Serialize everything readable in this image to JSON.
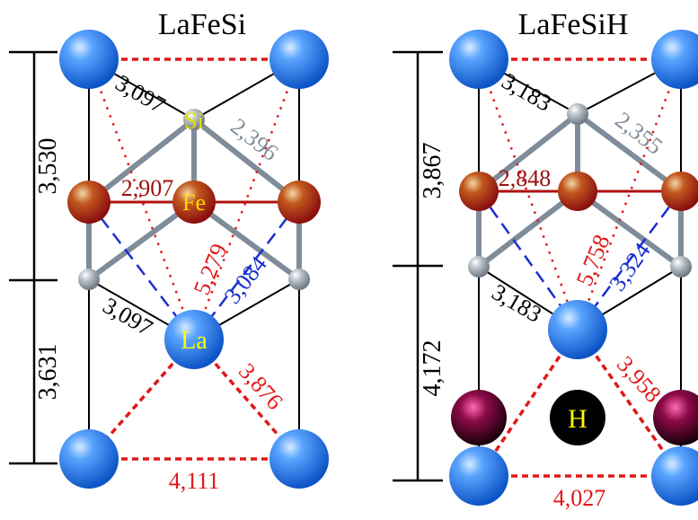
{
  "left_panel": {
    "title": "LaFeSi",
    "height_upper": "3,530",
    "height_lower": "3,631",
    "d_la_si_top": "3,097",
    "d_si_fe": "2,396",
    "d_fe_fe": "2,907",
    "d_la_fe_red": "5,279",
    "d_la_fe_blue": "3,084",
    "d_la_si_bottom": "3,097",
    "d_la_la": "3,876",
    "a_param": "4,111",
    "label_si": "Si",
    "label_fe": "Fe",
    "label_la": "La"
  },
  "right_panel": {
    "title": "LaFeSiH",
    "height_upper": "3,867",
    "height_lower": "4,172",
    "d_la_si_top": "3,183",
    "d_si_fe": "2,355",
    "d_fe_fe": "2,848",
    "d_la_fe_red": "5,758",
    "d_la_fe_blue": "3,324",
    "d_la_si_bottom": "3,183",
    "d_la_la": "3,958",
    "a_param": "4,027",
    "label_h": "H"
  },
  "colors": {
    "la": "#2f86f0",
    "fe": "#b22a1a",
    "si": "#9aa3ad",
    "h": "#7a0a3a",
    "bond_gray": "#7f8c99",
    "red_dim": "#e01818",
    "fe_dim": "#9b1010",
    "blue_dim": "#1a2fd0",
    "si_label": "#e8e000",
    "fe_label": "#ffd800"
  }
}
